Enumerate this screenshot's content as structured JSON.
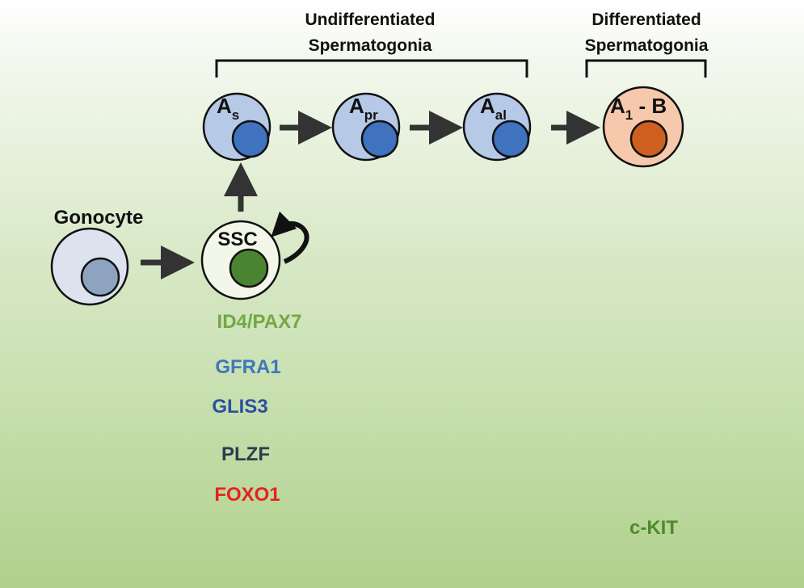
{
  "headers": {
    "undiff_line1": "Undifferentiated",
    "undiff_line2": "Spermatogonia",
    "diff_line1": "Differentiated",
    "diff_line2": "Spermatogonia"
  },
  "cells": {
    "gonocyte": {
      "label": "Gonocyte",
      "body_color": "#dde3ee",
      "nucleus_color": "#8da3bf"
    },
    "ssc": {
      "label": "SSC",
      "body_color": "#f2f7ea",
      "nucleus_color": "#4a8431"
    },
    "as": {
      "base": "A",
      "sub": "s",
      "body_color": "#b6c9e6",
      "nucleus_color": "#3f72bf"
    },
    "apr": {
      "base": "A",
      "sub": "pr",
      "body_color": "#b6c9e6",
      "nucleus_color": "#3f72bf"
    },
    "aal": {
      "base": "A",
      "sub": "al",
      "body_color": "#b6c9e6",
      "nucleus_color": "#3f72bf"
    },
    "a1b": {
      "base": "A",
      "sub": "1",
      "suffix": " - B",
      "body_color": "#f7c9ac",
      "nucleus_color": "#cf5f1f"
    }
  },
  "markers": [
    {
      "label": "ID4/PAX7",
      "color": "#72a845"
    },
    {
      "label": "GFRA1",
      "color": "#3d78be"
    },
    {
      "label": "GLIS3",
      "color": "#2850a3"
    },
    {
      "label": "PLZF",
      "color": "#2f3a4f"
    },
    {
      "label": "FOXO1",
      "color": "#e5221d"
    },
    {
      "label": "c-KIT",
      "color": "#4e8a2d"
    }
  ]
}
